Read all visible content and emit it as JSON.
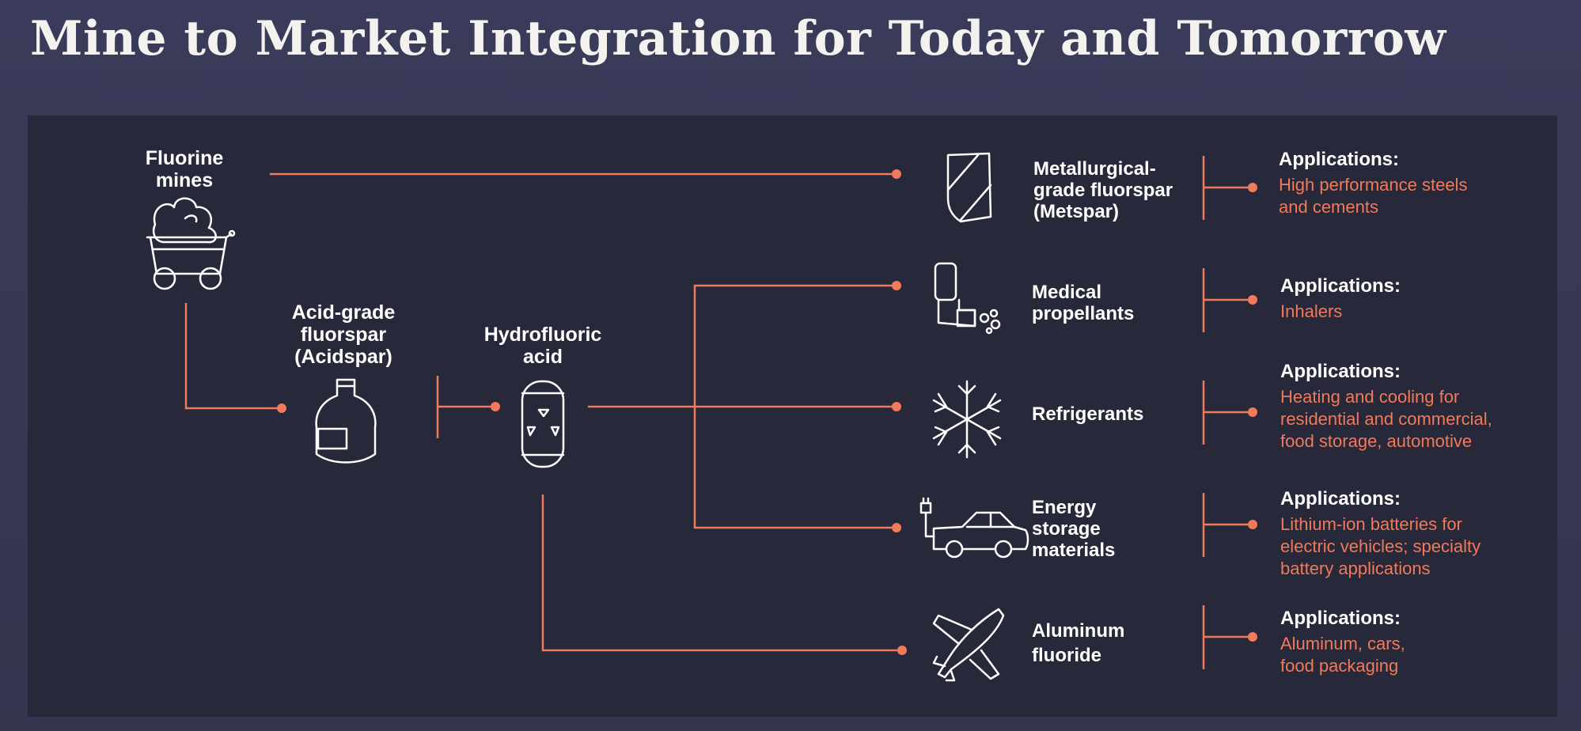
{
  "title": "Mine to Market Integration for Today and Tomorrow",
  "colors": {
    "accent": "#f07a5a",
    "panel": "#272839",
    "background": "#383958",
    "text": "#ffffff"
  },
  "sources": {
    "mines": "Fluorine\nmines",
    "acidspar": "Acid-grade\nfluorspar\n(Acidspar)",
    "hf": "Hydrofluoric\nacid"
  },
  "products": [
    {
      "name": "Metallurgical-\ngrade fluorspar\n(Metspar)",
      "icon": "metspar-shield-icon",
      "app_heading": "Applications:",
      "app_text": "High performance steels\nand cements"
    },
    {
      "name": "Medical\npropellants",
      "icon": "inhaler-icon",
      "app_heading": "Applications:",
      "app_text": "Inhalers"
    },
    {
      "name": "Refrigerants",
      "icon": "snowflake-icon",
      "app_heading": "Applications:",
      "app_text": "Heating and cooling for\nresidential and commercial,\nfood storage, automotive"
    },
    {
      "name": "Energy\nstorage\nmaterials",
      "icon": "electric-car-icon",
      "app_heading": "Applications:",
      "app_text": "Lithium-ion batteries for\nelectric vehicles; specialty\nbattery applications"
    },
    {
      "name": "Aluminum\nfluoride",
      "icon": "airplane-icon",
      "app_heading": "Applications:",
      "app_text": "Aluminum, cars,\nfood packaging"
    }
  ]
}
